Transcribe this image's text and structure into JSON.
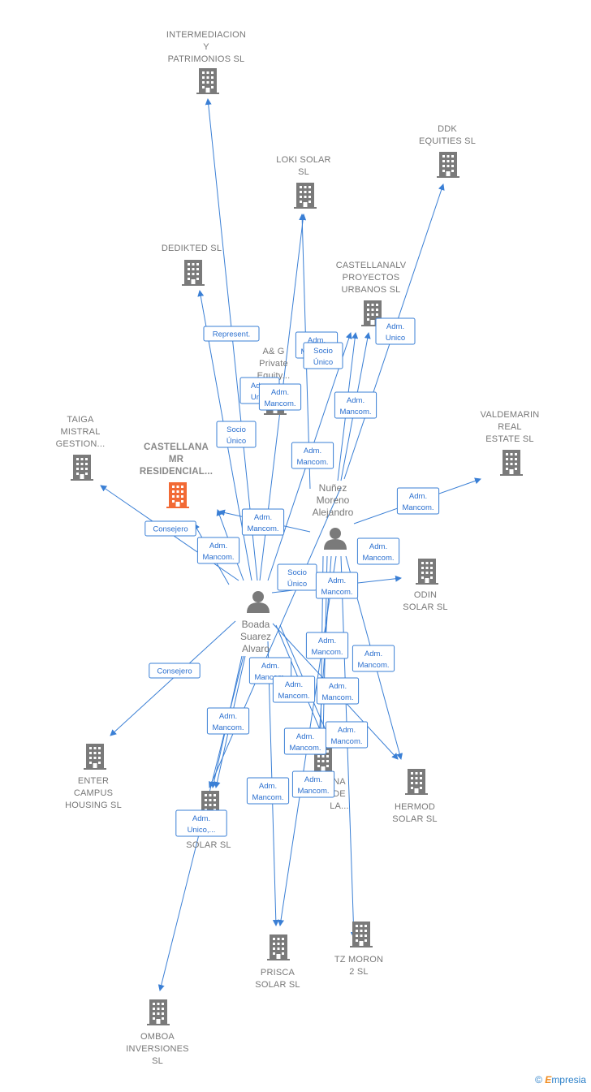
{
  "colors": {
    "edge": "#3a7fd5",
    "company": "#7a7a7a",
    "highlight": "#f26a35",
    "person": "#7a7a7a"
  },
  "companies": [
    {
      "id": "intermediacion",
      "lines": [
        "INTERMEDIACION",
        "Y",
        "PATRIMONIOS SL"
      ],
      "icon": "building-icon"
    },
    {
      "id": "ddk",
      "lines": [
        "DDK",
        "EQUITIES  SL"
      ],
      "icon": "building-icon"
    },
    {
      "id": "loki",
      "lines": [
        "LOKI SOLAR",
        "SL"
      ],
      "icon": "building-icon"
    },
    {
      "id": "dedikted",
      "lines": [
        "DEDIKTED SL"
      ],
      "icon": "building-icon"
    },
    {
      "id": "castellanalv",
      "lines": [
        "CASTELLANALV",
        "PROYECTOS",
        "URBANOS  SL"
      ],
      "icon": "building-icon"
    },
    {
      "id": "ag",
      "lines": [
        "A& G",
        "Private",
        "Equity..."
      ],
      "icon": "building-icon"
    },
    {
      "id": "taiga",
      "lines": [
        "TAIGA",
        "MISTRAL",
        "GESTION..."
      ],
      "icon": "building-icon"
    },
    {
      "id": "castellana-mr",
      "lines": [
        "CASTELLANA",
        "MR",
        "RESIDENCIAL..."
      ],
      "icon": "building-icon",
      "highlight": true
    },
    {
      "id": "valdemarin",
      "lines": [
        "VALDEMARIN",
        "REAL",
        "ESTATE  SL"
      ],
      "icon": "building-icon"
    },
    {
      "id": "odin",
      "lines": [
        "ODIN",
        "SOLAR  SL"
      ],
      "icon": "building-icon"
    },
    {
      "id": "enter",
      "lines": [
        "ENTER",
        "CAMPUS",
        "HOUSING  SL"
      ],
      "icon": "building-icon"
    },
    {
      "id": "castellana-la",
      "lines": [
        "NA",
        "DE",
        "LA..."
      ],
      "icon": "building-icon"
    },
    {
      "id": "hermod",
      "lines": [
        "HERMOD",
        "SOLAR  SL"
      ],
      "icon": "building-icon"
    },
    {
      "id": "solar",
      "lines": [
        "SOLAR  SL"
      ],
      "icon": "building-icon"
    },
    {
      "id": "prisca",
      "lines": [
        "PRISCA",
        "SOLAR  SL"
      ],
      "icon": "building-icon"
    },
    {
      "id": "tzmoron",
      "lines": [
        "TZ MORON",
        "2 SL"
      ],
      "icon": "building-icon"
    },
    {
      "id": "omboa",
      "lines": [
        "OMBOA",
        "INVERSIONES",
        "SL"
      ],
      "icon": "building-icon"
    }
  ],
  "persons": [
    {
      "id": "nunez",
      "lines": [
        "Nuñez",
        "Moreno",
        "Alejandro"
      ],
      "icon": "person-icon"
    },
    {
      "id": "boada",
      "lines": [
        "Boada",
        "Suarez",
        "Alvaro"
      ],
      "icon": "person-icon"
    }
  ],
  "edge_labels": [
    [
      "Represent."
    ],
    [
      "Adm.",
      "Mancom."
    ],
    [
      "Socio",
      "Único"
    ],
    [
      "Adm.",
      "Unico"
    ],
    [
      "Adm.",
      "Uni..."
    ],
    [
      "Adm.",
      "Mancom."
    ],
    [
      "Adm.",
      "Mancom."
    ],
    [
      "Socio",
      "Único"
    ],
    [
      "Adm.",
      "Mancom."
    ],
    [
      "Adm.",
      "Mancom."
    ],
    [
      "Consejero"
    ],
    [
      "Adm.",
      "Mancom."
    ],
    [
      "Adm.",
      "Mancom."
    ],
    [
      "Socio",
      "Único"
    ],
    [
      "Adm.",
      "Mancom."
    ],
    [
      "Adm.",
      "Mancom."
    ],
    [
      "Consejero"
    ],
    [
      "Adm.",
      "Mancom."
    ],
    [
      "Adm.",
      "Mancom."
    ],
    [
      "Adm.",
      "Mancom."
    ],
    [
      "Adm.",
      "Mancom."
    ],
    [
      "Adm.",
      "Mancom."
    ],
    [
      "Adm.",
      "Mancom."
    ],
    [
      "Adm.",
      "Mancom."
    ],
    [
      "Adm.",
      "Mancom."
    ],
    [
      "Adm.",
      "Unico,..."
    ],
    [
      "Adm.",
      "Mancom."
    ],
    [
      "Adm.",
      "Mancom."
    ]
  ],
  "footer": {
    "copyright": "©",
    "brand_initial": "E",
    "brand_rest": "mpresia"
  }
}
